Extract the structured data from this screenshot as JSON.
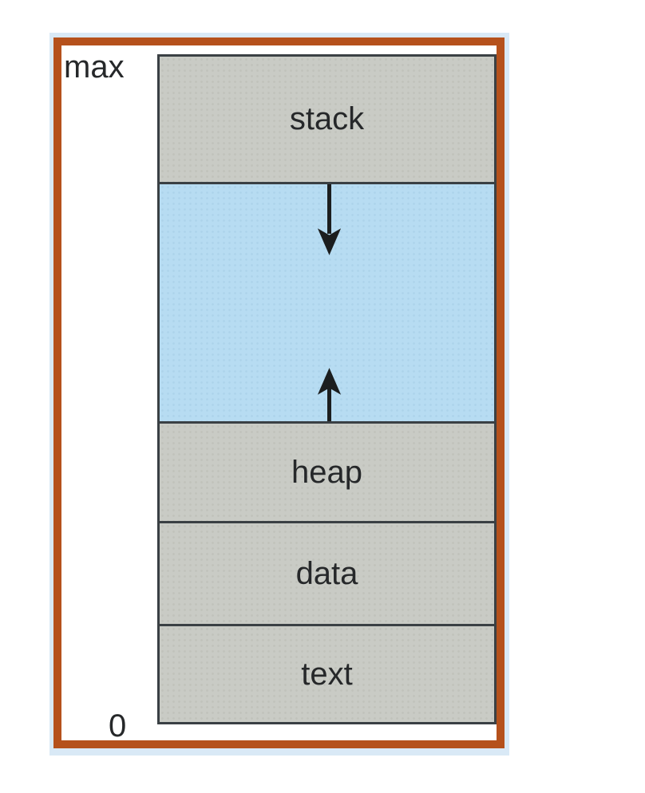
{
  "memory_diagram": {
    "description": "process memory layout",
    "max_address_label": "max",
    "zero_address_label": "0",
    "segments": [
      {
        "name": "stack",
        "label": "stack"
      },
      {
        "name": "free-space",
        "label": "",
        "icons": [
          "arrow-down-icon",
          "arrow-up-icon"
        ]
      },
      {
        "name": "heap",
        "label": "heap"
      },
      {
        "name": "data",
        "label": "data"
      },
      {
        "name": "text",
        "label": "text"
      }
    ],
    "colors": {
      "outer_frame_blue": "#d9e9f6",
      "frame_orange": "#b5511c",
      "segment_border": "#3a4044",
      "segment_gray": "#c9cbc5",
      "free_space_blue": "#b7dcf2",
      "label_text": "#26282a",
      "arrow_black": "#1c1e1f"
    }
  }
}
